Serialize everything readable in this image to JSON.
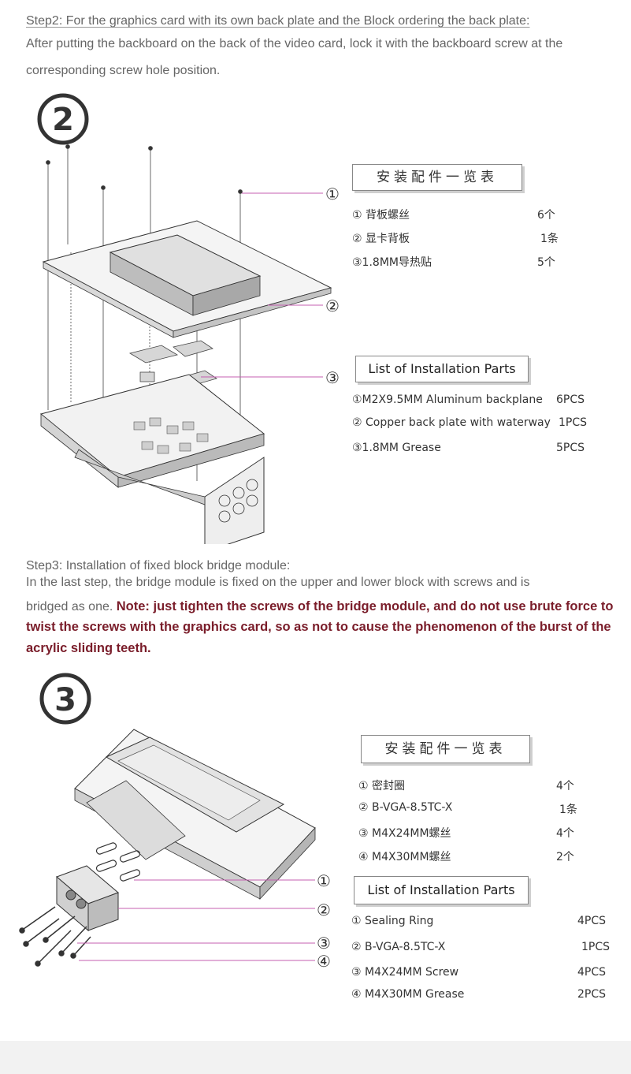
{
  "step2": {
    "title": "Step2: For the graphics card with its own back plate and the Block ordering the back plate:",
    "line1": "After putting the backboard on the back of the video card, lock it with the backboard screw at the",
    "line2": "corresponding screw hole position.",
    "badge": "2",
    "callouts": [
      "①",
      "②",
      "③"
    ],
    "cn_table": {
      "title": "安装配件一览表",
      "rows": [
        {
          "label": "① 背板螺丝",
          "qty": "6个"
        },
        {
          "label": "② 显卡背板",
          "qty": "1条"
        },
        {
          "label": "③1.8MM导热贴",
          "qty": "5个"
        }
      ]
    },
    "en_table": {
      "title": "List of Installation Parts",
      "rows": [
        {
          "label": "①M2X9.5MM Aluminum backplane",
          "qty": "6PCS"
        },
        {
          "label": "② Copper back plate with waterway",
          "qty": "1PCS"
        },
        {
          "label": "③1.8MM Grease",
          "qty": "5PCS"
        }
      ]
    }
  },
  "step3": {
    "title": "Step3: Installation of fixed block bridge module:",
    "line1": "In the last step, the bridge module is fixed on the upper and lower block with screws and is",
    "line2_plain": "bridged as one. ",
    "line2_note": "Note: just tighten the screws of the bridge module, and do not use brute force to",
    "line3_note": "twist the screws with the graphics card, so as not to cause the phenomenon of the burst of the",
    "line4_note": "acrylic sliding teeth.",
    "badge": "3",
    "callouts": [
      "①",
      "②",
      "③",
      "④"
    ],
    "cn_table": {
      "title": "安装配件一览表",
      "rows": [
        {
          "label": "①  密封圈",
          "qty": "4个"
        },
        {
          "label": "②  B-VGA-8.5TC-X",
          "qty": "1条"
        },
        {
          "label": "③  M4X24MM螺丝",
          "qty": "4个"
        },
        {
          "label": "④   M4X30MM螺丝",
          "qty": "2个"
        }
      ]
    },
    "en_table": {
      "title": "List of Installation Parts",
      "rows": [
        {
          "label": "① Sealing  Ring",
          "qty": "4PCS"
        },
        {
          "label": "② B-VGA-8.5TC-X",
          "qty": "1PCS"
        },
        {
          "label": "③ M4X24MM Screw",
          "qty": "4PCS"
        },
        {
          "label": "④ M4X30MM Grease",
          "qty": "2PCS"
        }
      ]
    }
  },
  "colors": {
    "callout_line": "#c45fb0",
    "note_text": "#7a1d2a",
    "footer_band": "#f2f2f2"
  }
}
